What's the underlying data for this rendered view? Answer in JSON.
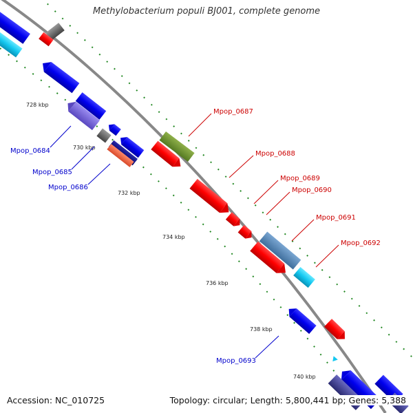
{
  "title": "Methylobacterium populi BJ001, complete genome",
  "footer": {
    "accession": "Accession: NC_010725",
    "topology": "Topology: circular; Length: 5,800,441 bp; Genes: 5,388"
  },
  "scale_labels": [
    "728 kbp",
    "730 kbp",
    "732 kbp",
    "734 kbp",
    "736 kbp",
    "738 kbp",
    "740 kbp"
  ],
  "gene_labels": {
    "forward": [
      "Mpop_0687",
      "Mpop_0688",
      "Mpop_0689",
      "Mpop_0690",
      "Mpop_0691",
      "Mpop_0692"
    ],
    "reverse": [
      "Mpop_0684",
      "Mpop_0685",
      "Mpop_0686",
      "Mpop_0693"
    ]
  },
  "colors": {
    "forward_label": "#cc0000",
    "reverse_label": "#0000cc",
    "backbone": "#888888",
    "tick": "#228822"
  }
}
